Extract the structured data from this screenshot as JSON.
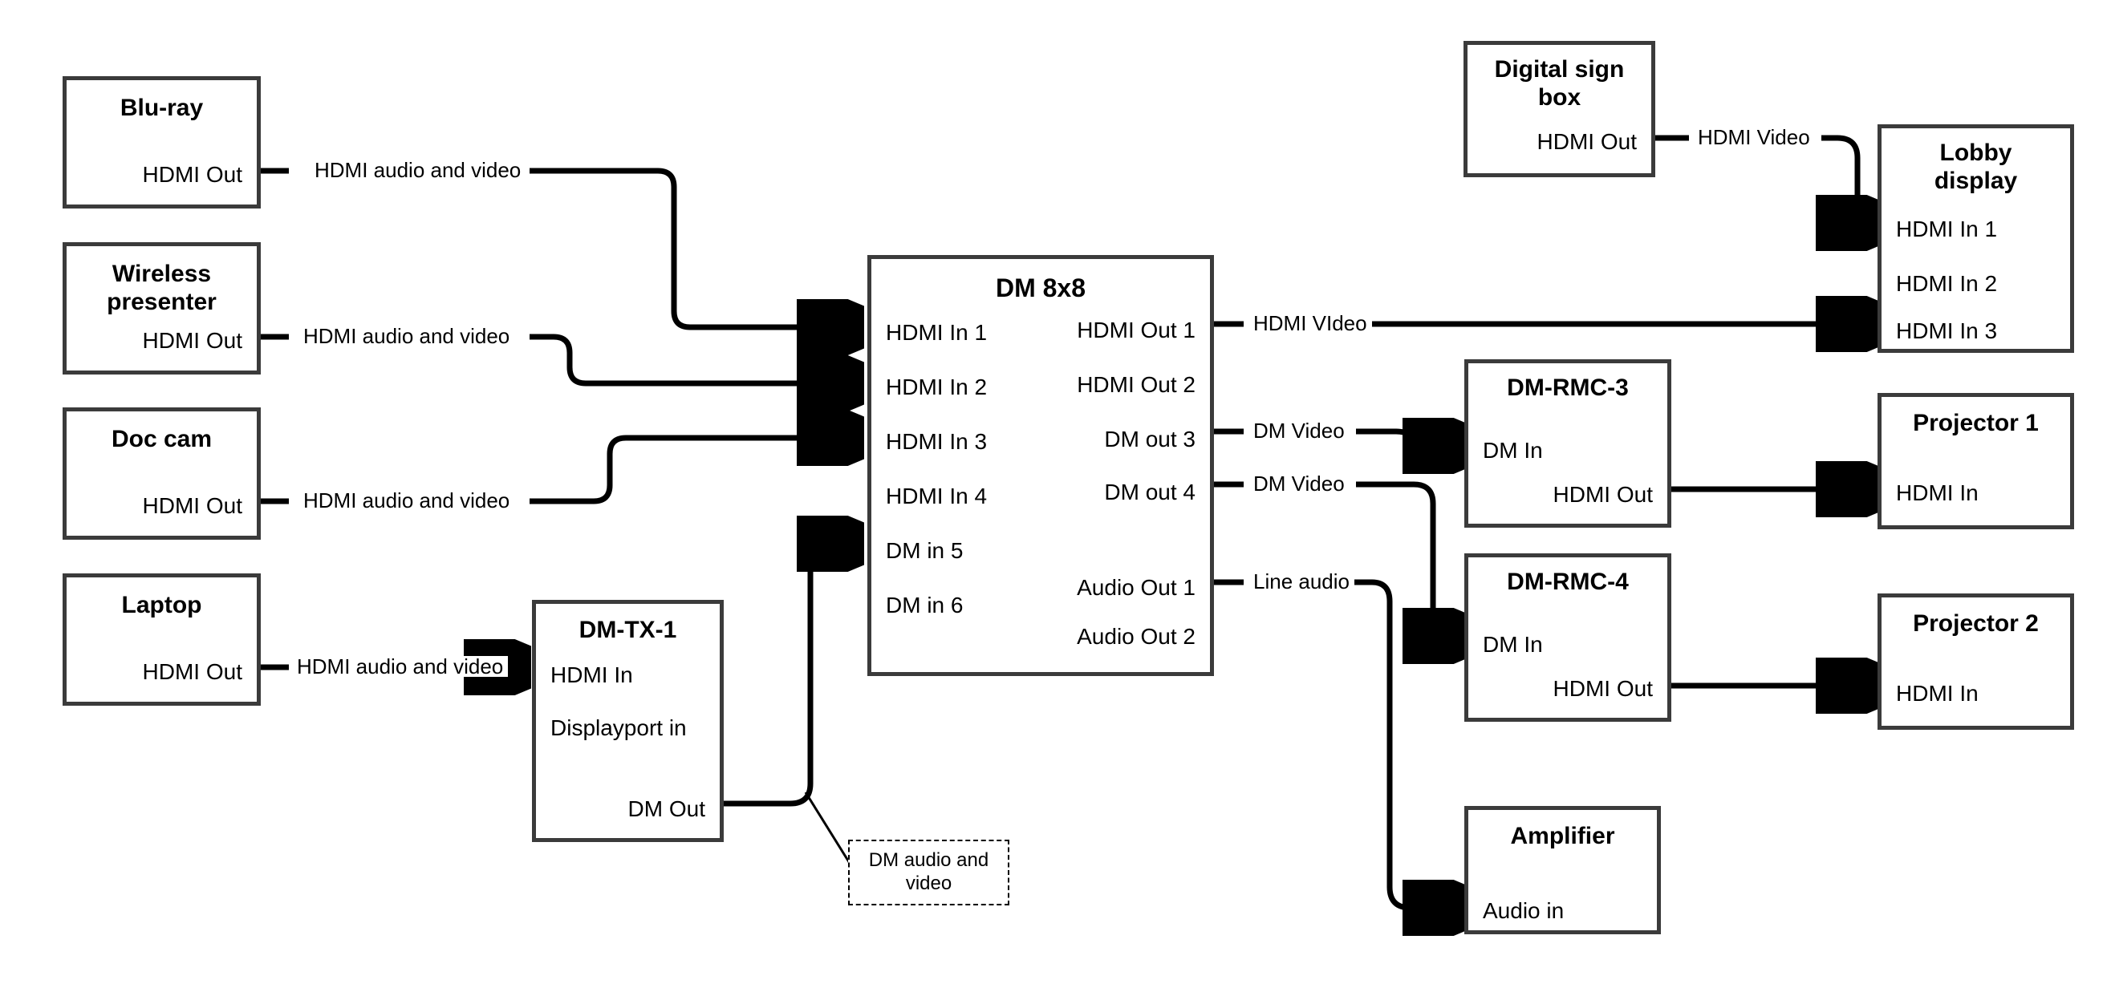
{
  "diagram": {
    "title": "AV signal routing diagram",
    "nodes": [
      {
        "id": "bluray",
        "title": "Blu-ray",
        "ports_right": [
          "HDMI Out"
        ]
      },
      {
        "id": "wireless",
        "title": "Wireless presenter",
        "ports_right": [
          "HDMI Out"
        ]
      },
      {
        "id": "doccam",
        "title": "Doc cam",
        "ports_right": [
          "HDMI Out"
        ]
      },
      {
        "id": "laptop",
        "title": "Laptop",
        "ports_right": [
          "HDMI Out"
        ]
      },
      {
        "id": "dmtx1",
        "title": "DM-TX-1",
        "ports_left": [
          "HDMI In",
          "Displayport in"
        ],
        "ports_right": [
          "DM Out"
        ]
      },
      {
        "id": "dm8x8",
        "title": "DM 8x8",
        "ports_left": [
          "HDMI In 1",
          "HDMI In 2",
          "HDMI In 3",
          "HDMI In 4",
          "DM in 5",
          "DM in 6"
        ],
        "ports_right": [
          "HDMI Out 1",
          "HDMI Out 2",
          "DM out 3",
          "DM out 4",
          "Audio Out 1",
          "Audio Out 2"
        ]
      },
      {
        "id": "signbox",
        "title": "Digital sign box",
        "ports_right": [
          "HDMI Out"
        ]
      },
      {
        "id": "lobby",
        "title": "Lobby display",
        "ports_left": [
          "HDMI In 1",
          "HDMI In 2",
          "HDMI In 3"
        ]
      },
      {
        "id": "rmc3",
        "title": "DM-RMC-3",
        "ports_left": [
          "DM In"
        ],
        "ports_right": [
          "HDMI Out"
        ]
      },
      {
        "id": "rmc4",
        "title": "DM-RMC-4",
        "ports_left": [
          "DM In"
        ],
        "ports_right": [
          "HDMI Out"
        ]
      },
      {
        "id": "proj1",
        "title": "Projector 1",
        "ports_left": [
          "HDMI In"
        ]
      },
      {
        "id": "proj2",
        "title": "Projector 2",
        "ports_left": [
          "HDMI In"
        ]
      },
      {
        "id": "amp",
        "title": "Amplifier",
        "ports_left": [
          "Audio in"
        ]
      }
    ],
    "edge_labels": {
      "bluray_to_dm": "HDMI audio and video",
      "wireless_to_dm": "HDMI audio and video",
      "doccam_to_dm": "HDMI audio and video",
      "laptop_to_tx": "HDMI audio and video",
      "tx_to_dm": "DM audio and video",
      "dm_hdmiout1": "HDMI VIdeo",
      "signbox_to_lobby": "HDMI Video",
      "dm_out3": "DM Video",
      "dm_out4": "DM Video",
      "dm_audio1": "Line audio"
    },
    "colors": {
      "box_border": "#3b3b3b",
      "wire": "#000000",
      "background": "#ffffff"
    }
  }
}
